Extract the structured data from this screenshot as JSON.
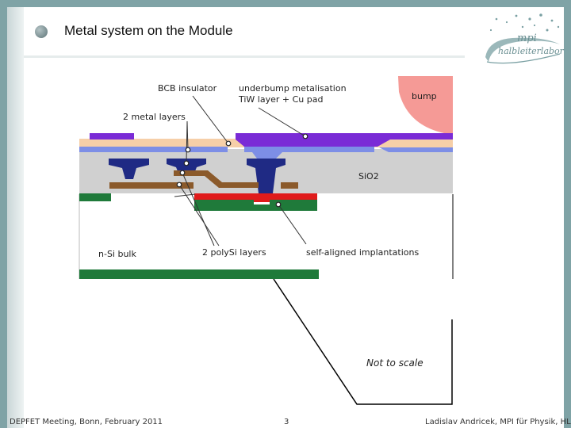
{
  "slide": {
    "title": "Metal system on the Module"
  },
  "logo": {
    "line1": "mpi",
    "line2": "halbleiterlabor"
  },
  "diagram": {
    "labels": {
      "bcb": "BCB insulator",
      "ubm_line1": "underbump metalisation",
      "ubm_line2": "TiW layer + Cu pad",
      "metal": "2 metal layers",
      "bump": "bump",
      "sio2": "SiO2",
      "nsi": "n-Si bulk",
      "polysi": "2 polySi layers",
      "implant": "self-aligned implantations",
      "scale": "Not to scale"
    },
    "colors": {
      "bcb": "#f6cfa8",
      "metal1": "#1f2a84",
      "metal2": "#7d8ee6",
      "ubm": "#7a2bd6",
      "bump": "#f59a96",
      "sio2": "#d0d0d0",
      "polysi": "#8b5a2b",
      "implant_red": "#e01b1b",
      "implant_green": "#1f7a3a"
    }
  },
  "footer": {
    "left": "DEPFET Meeting, Bonn, February 2011",
    "center": "3",
    "right": "Ladislav Andricek, MPI für Physik, HLL"
  }
}
